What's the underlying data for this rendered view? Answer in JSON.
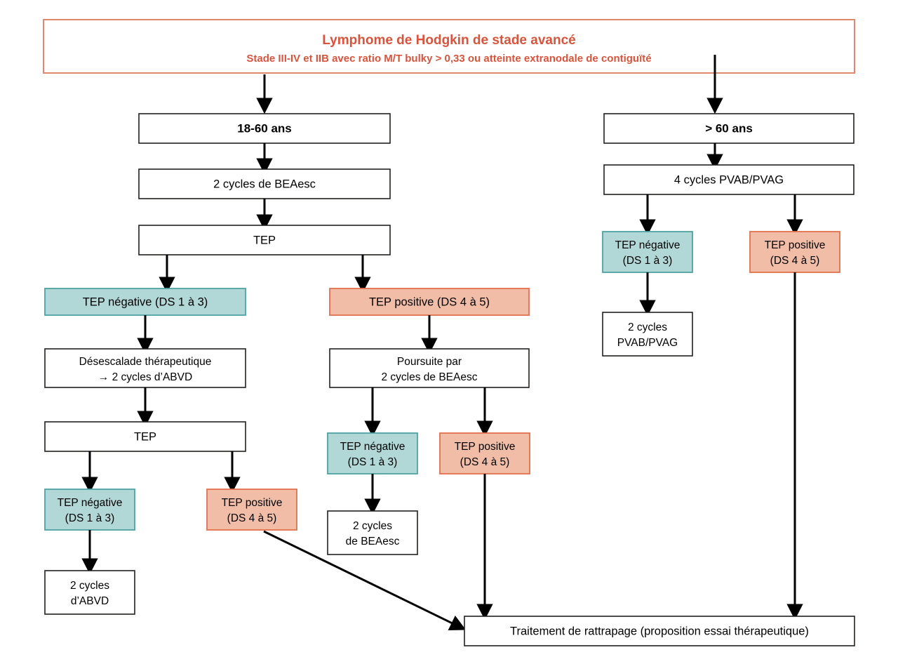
{
  "document": {
    "language": "fr",
    "background_color": "#ffffff"
  },
  "colors": {
    "header_text": "#d9543b",
    "header_border": "#e0876c",
    "negative_fill": "#b1d7d6",
    "negative_border": "#4fa3a3",
    "positive_fill": "#f2bda7",
    "positive_border": "#e0714c",
    "box_border": "#231f20",
    "connector": "#000000"
  },
  "header": {
    "title": "Lymphome de Hodgkin de stade avancé",
    "subtitle": "Stade III-IV et IIB avec ratio M/T bulky > 0,33 ou atteinte extranodale de contiguïté"
  },
  "nodes": {
    "age_young": {
      "label": "18-60 ans"
    },
    "age_old": {
      "label": "> 60 ans"
    },
    "young_induction": {
      "label": "2 cycles de BEAesc"
    },
    "old_induction": {
      "label": "4 cycles PVAB/PVAG"
    },
    "young_tep1": {
      "label": "TEP"
    },
    "young_tep1_neg": {
      "label": "TEP négative (DS 1 à 3)"
    },
    "young_tep1_pos": {
      "label": "TEP positive (DS 4 à 5)"
    },
    "deescalation_line1": "Désescalade thérapeutique",
    "deescalation_line2": "→ 2 cycles d’ABVD",
    "young_tep2": {
      "label": "TEP"
    },
    "young_tep2_neg_line1": "TEP négative",
    "young_tep2_neg_line2": "(DS 1 à 3)",
    "young_tep2_pos_line1": "TEP positive",
    "young_tep2_pos_line2": "(DS 4 à 5)",
    "abvd_final_line1": "2 cycles",
    "abvd_final_line2": "d’ABVD",
    "poursuite_line1": "Poursuite par",
    "poursuite_line2": "2 cycles de BEAesc",
    "mid_neg_line1": "TEP négative",
    "mid_neg_line2": "(DS 1 à 3)",
    "mid_pos_line1": "TEP positive",
    "mid_pos_line2": "(DS 4 à 5)",
    "beaesc_final_line1": "2 cycles",
    "beaesc_final_line2": "de BEAesc",
    "old_neg_line1": "TEP négative",
    "old_neg_line2": "(DS 1 à 3)",
    "old_pos_line1": "TEP positive",
    "old_pos_line2": "(DS 4 à 5)",
    "pvab_final_line1": "2 cycles",
    "pvab_final_line2": "PVAB/PVAG",
    "rattrapage": {
      "label": "Traitement de rattrapage (proposition essai thérapeutique)"
    }
  },
  "chart_data": {
    "type": "flowchart",
    "title": "Lymphome de Hodgkin de stade avancé",
    "subtitle": "Stade III-IV et IIB avec ratio M/T bulky > 0,33 ou atteinte extranodale de contiguïté",
    "legend_colors": {
      "TEP négative (DS 1 à 3)": "#b1d7d6",
      "TEP positive (DS 4 à 5)": "#f2bda7"
    },
    "branches": [
      {
        "name": "18-60 ans",
        "steps": [
          "2 cycles de BEAesc",
          "TEP",
          "TEP négative (DS 1 à 3) → Désescalade thérapeutique → 2 cycles d’ABVD → TEP → TEP négative (DS 1 à 3) → 2 cycles d’ABVD",
          "TEP → TEP positive (DS 4 à 5) → Traitement de rattrapage",
          "TEP positive (DS 4 à 5) → Poursuite par 2 cycles de BEAesc → TEP négative (DS 1 à 3) → 2 cycles de BEAesc",
          "Poursuite par 2 cycles de BEAesc → TEP positive (DS 4 à 5) → Traitement de rattrapage"
        ]
      },
      {
        "name": "> 60 ans",
        "steps": [
          "4 cycles PVAB/PVAG",
          "TEP négative (DS 1 à 3) → 2 cycles PVAB/PVAG",
          "TEP positive (DS 4 à 5) → Traitement de rattrapage"
        ]
      }
    ],
    "terminal": "Traitement de rattrapage (proposition essai thérapeutique)"
  }
}
